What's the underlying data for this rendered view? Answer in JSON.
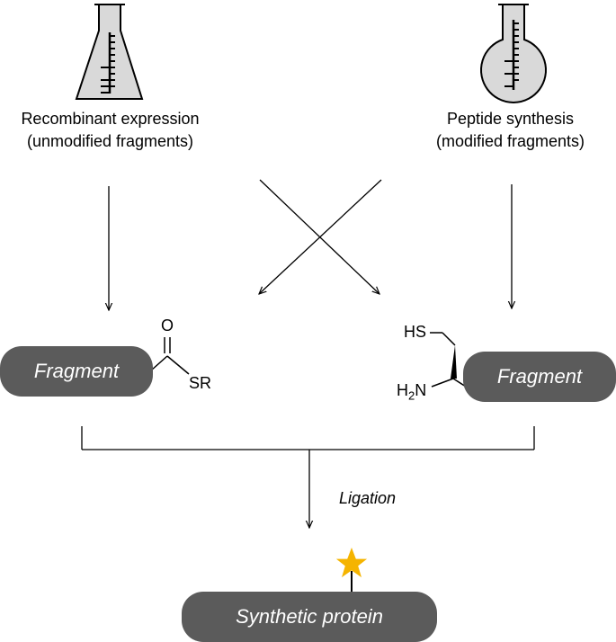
{
  "sources": {
    "left": {
      "line1": "Recombinant expression",
      "line2": "(unmodified fragments)",
      "vessel_icon": "erlenmeyer-flask-icon"
    },
    "right": {
      "line1": "Peptide synthesis",
      "line2": "(modified fragments)",
      "vessel_icon": "round-bottom-flask-icon"
    }
  },
  "fragments": {
    "left": {
      "label": "Fragment",
      "oxygen": "O",
      "group": "SR"
    },
    "right": {
      "label": "Fragment",
      "thiol": "HS",
      "amine_h": "H",
      "amine_sub": "2",
      "amine_n": "N"
    }
  },
  "reaction_label": "Ligation",
  "product": {
    "label": "Synthetic protein",
    "marker_icon": "star-icon",
    "marker_color": "#f5b400"
  },
  "colors": {
    "pill": "#5b5b5b",
    "flask_fill": "#d9d9d9",
    "star": "#f5b400"
  }
}
